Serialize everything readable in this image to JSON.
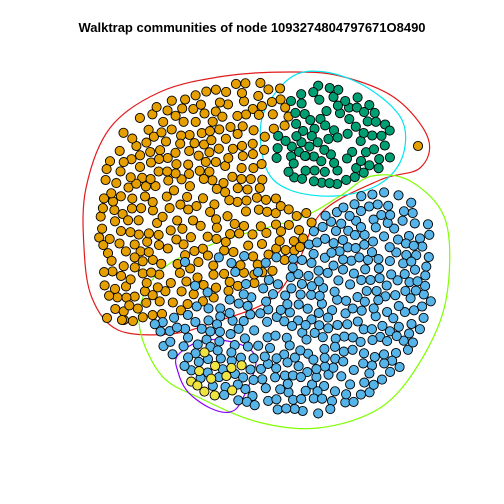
{
  "title": "Walktrap communities of node 1093274804797671O8490",
  "chart_data": {
    "type": "scatter",
    "title": "Walktrap communities of node 1093274804797671O8490",
    "communities": [
      {
        "fill": "#E69F00",
        "hull": "#E31A1C",
        "approx_nodes": 330
      },
      {
        "fill": "#009E73",
        "hull": "#00E5EE",
        "approx_nodes": 90
      },
      {
        "fill": "#56B4E9",
        "hull": "#7FFF00",
        "approx_nodes": 430
      },
      {
        "fill": "#F0E442",
        "hull": "#8B00FF",
        "approx_nodes": 12
      }
    ],
    "node_stroke": "#000000"
  }
}
